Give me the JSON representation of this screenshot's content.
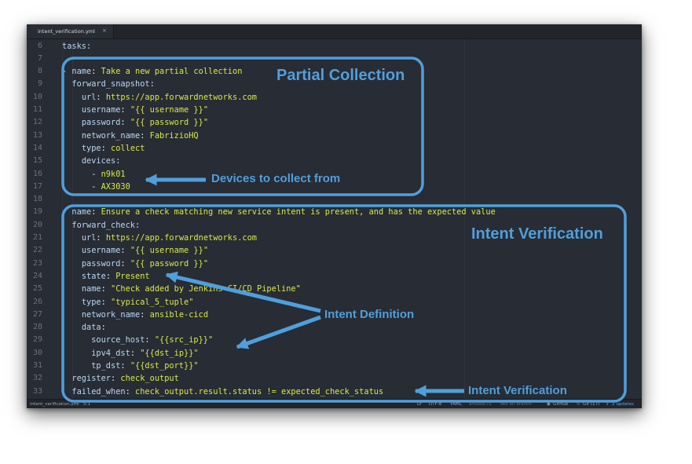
{
  "tab": {
    "filename": "intent_verification.yml",
    "close": "×"
  },
  "colors": {
    "annotation": "#4f9fdc",
    "key": "#b8d7f3",
    "value": "#d6e84a"
  },
  "code": {
    "lines": [
      {
        "num": "6",
        "indent": "",
        "parts": [
          [
            "k",
            "tasks:"
          ]
        ]
      },
      {
        "num": "7",
        "indent": "",
        "parts": []
      },
      {
        "num": "8",
        "indent": "",
        "parts": [
          [
            "d",
            "- "
          ],
          [
            "k",
            "name"
          ],
          [
            "d",
            ": "
          ],
          [
            "v",
            "Take a new partial collection"
          ]
        ]
      },
      {
        "num": "9",
        "indent": "  ",
        "parts": [
          [
            "k",
            "forward_snapshot"
          ],
          [
            "d",
            ":"
          ]
        ]
      },
      {
        "num": "10",
        "indent": "    ",
        "parts": [
          [
            "k",
            "url"
          ],
          [
            "d",
            ": "
          ],
          [
            "v",
            "https://app.forwardnetworks.com"
          ]
        ]
      },
      {
        "num": "11",
        "indent": "    ",
        "parts": [
          [
            "k",
            "username"
          ],
          [
            "d",
            ": "
          ],
          [
            "s",
            "\"{{ username }}\""
          ]
        ]
      },
      {
        "num": "12",
        "indent": "    ",
        "parts": [
          [
            "k",
            "password"
          ],
          [
            "d",
            ": "
          ],
          [
            "s",
            "\"{{ password }}\""
          ]
        ]
      },
      {
        "num": "13",
        "indent": "    ",
        "parts": [
          [
            "k",
            "network_name"
          ],
          [
            "d",
            ": "
          ],
          [
            "v",
            "FabrizioHQ"
          ]
        ]
      },
      {
        "num": "14",
        "indent": "    ",
        "parts": [
          [
            "k",
            "type"
          ],
          [
            "d",
            ": "
          ],
          [
            "v",
            "collect"
          ]
        ]
      },
      {
        "num": "15",
        "indent": "    ",
        "parts": [
          [
            "k",
            "devices"
          ],
          [
            "d",
            ":"
          ]
        ]
      },
      {
        "num": "16",
        "indent": "      ",
        "parts": [
          [
            "d",
            "- "
          ],
          [
            "v",
            "n9k01"
          ]
        ]
      },
      {
        "num": "17",
        "indent": "      ",
        "parts": [
          [
            "d",
            "- "
          ],
          [
            "v",
            "AX3030"
          ]
        ]
      },
      {
        "num": "18",
        "indent": "",
        "parts": []
      },
      {
        "num": "19",
        "indent": "",
        "parts": [
          [
            "d",
            "- "
          ],
          [
            "k",
            "name"
          ],
          [
            "d",
            ": "
          ],
          [
            "v",
            "Ensure a check matching new service intent is present, and has the expected value"
          ]
        ]
      },
      {
        "num": "20",
        "indent": "  ",
        "parts": [
          [
            "k",
            "forward_check"
          ],
          [
            "d",
            ":"
          ]
        ]
      },
      {
        "num": "21",
        "indent": "    ",
        "parts": [
          [
            "k",
            "url"
          ],
          [
            "d",
            ": "
          ],
          [
            "v",
            "https://app.forwardnetworks.com"
          ]
        ]
      },
      {
        "num": "22",
        "indent": "    ",
        "parts": [
          [
            "k",
            "username"
          ],
          [
            "d",
            ": "
          ],
          [
            "s",
            "\"{{ username }}\""
          ]
        ]
      },
      {
        "num": "23",
        "indent": "    ",
        "parts": [
          [
            "k",
            "password"
          ],
          [
            "d",
            ": "
          ],
          [
            "s",
            "\"{{ password }}\""
          ]
        ]
      },
      {
        "num": "24",
        "indent": "    ",
        "parts": [
          [
            "k",
            "state"
          ],
          [
            "d",
            ": "
          ],
          [
            "v",
            "Present"
          ]
        ]
      },
      {
        "num": "25",
        "indent": "    ",
        "parts": [
          [
            "k",
            "name"
          ],
          [
            "d",
            ": "
          ],
          [
            "s",
            "\"Check added by Jenkins CI/CD Pipeline\""
          ]
        ]
      },
      {
        "num": "26",
        "indent": "    ",
        "parts": [
          [
            "k",
            "type"
          ],
          [
            "d",
            ": "
          ],
          [
            "s",
            "\"typical_5_tuple\""
          ]
        ]
      },
      {
        "num": "27",
        "indent": "    ",
        "parts": [
          [
            "k",
            "network_name"
          ],
          [
            "d",
            ": "
          ],
          [
            "v",
            "ansible-cicd"
          ]
        ]
      },
      {
        "num": "28",
        "indent": "    ",
        "parts": [
          [
            "k",
            "data"
          ],
          [
            "d",
            ":"
          ]
        ]
      },
      {
        "num": "29",
        "indent": "      ",
        "parts": [
          [
            "k",
            "source_host"
          ],
          [
            "d",
            ": "
          ],
          [
            "s",
            "\"{{src_ip}}\""
          ]
        ]
      },
      {
        "num": "30",
        "indent": "      ",
        "parts": [
          [
            "k",
            "ipv4_dst"
          ],
          [
            "d",
            ": "
          ],
          [
            "s",
            "\"{{dst_ip}}\""
          ]
        ]
      },
      {
        "num": "31",
        "indent": "      ",
        "parts": [
          [
            "k",
            "tp_dst"
          ],
          [
            "d",
            ": "
          ],
          [
            "s",
            "\"{{dst_port}}\""
          ]
        ]
      },
      {
        "num": "32",
        "indent": "  ",
        "parts": [
          [
            "k",
            "register"
          ],
          [
            "d",
            ": "
          ],
          [
            "v",
            "check_output"
          ]
        ]
      },
      {
        "num": "33",
        "indent": "  ",
        "parts": [
          [
            "k",
            "failed_when"
          ],
          [
            "d",
            ": "
          ],
          [
            "v",
            "check_output.result.status != expected_check_status"
          ]
        ]
      }
    ]
  },
  "status": {
    "file": "intent_verification.yml",
    "cursor": "5:1",
    "line_ending": "LF",
    "encoding": "UTF-8",
    "grammar": "YAML",
    "branch_info": "ansible/72",
    "no_branch": "Not on branch",
    "github": "GitHub",
    "git": "Git (17)",
    "updates": "2 updates"
  },
  "annotations": {
    "partial_collection": "Partial Collection",
    "devices": "Devices to collect from",
    "intent_verification_title": "Intent Verification",
    "intent_definition": "Intent Definition",
    "intent_verification_arrow": "Intent Verification"
  }
}
